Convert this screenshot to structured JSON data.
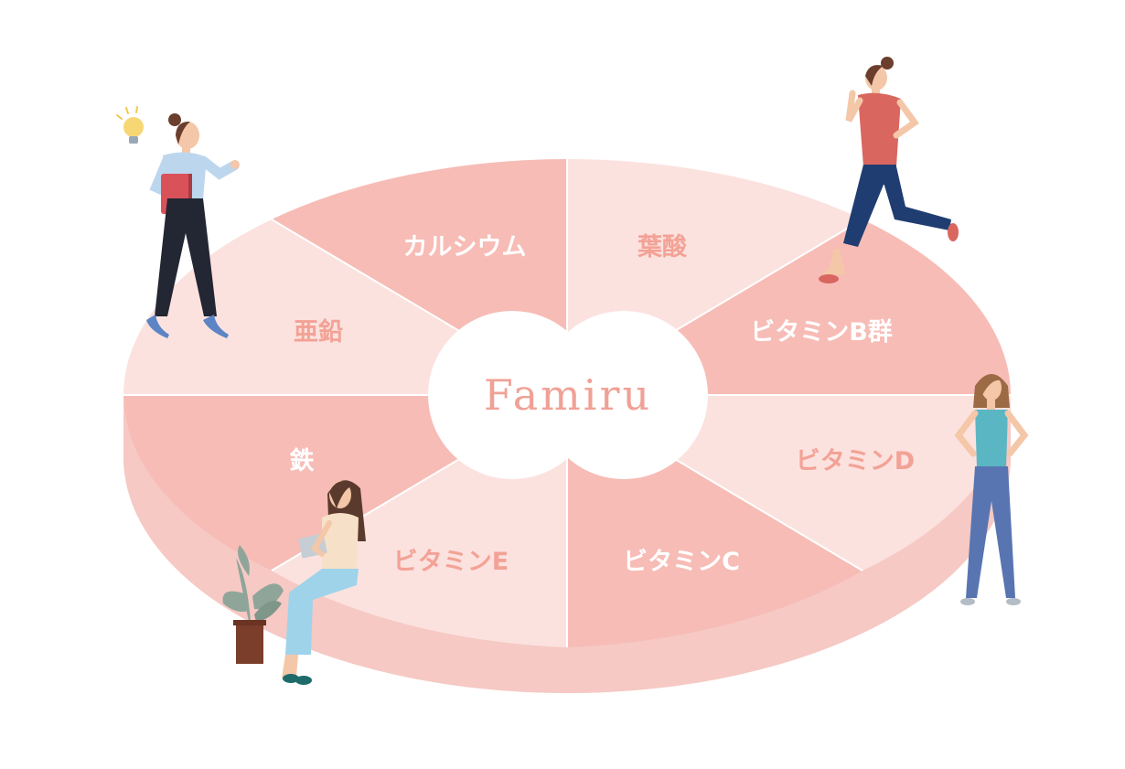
{
  "center": {
    "brand": "Famiru"
  },
  "segments": [
    {
      "label": "カルシウム"
    },
    {
      "label": "葉酸"
    },
    {
      "label": "ビタミンB群"
    },
    {
      "label": "ビタミンD"
    },
    {
      "label": "ビタミンC"
    },
    {
      "label": "ビタミンE"
    },
    {
      "label": "鉄"
    },
    {
      "label": "亜鉛"
    }
  ],
  "colors": {
    "dark_segment": "#f7bcb6",
    "light_segment": "#fbe2df",
    "side": "#f6c9c4",
    "dark_text": "#ffffff",
    "light_text": "#f3a296",
    "brand_text": "#f0a196"
  },
  "figures": [
    {
      "icon": "woman-with-book-and-lightbulb-icon"
    },
    {
      "icon": "running-woman-icon"
    },
    {
      "icon": "standing-woman-icon"
    },
    {
      "icon": "sitting-woman-with-tablet-icon"
    },
    {
      "icon": "potted-plant-icon"
    }
  ]
}
